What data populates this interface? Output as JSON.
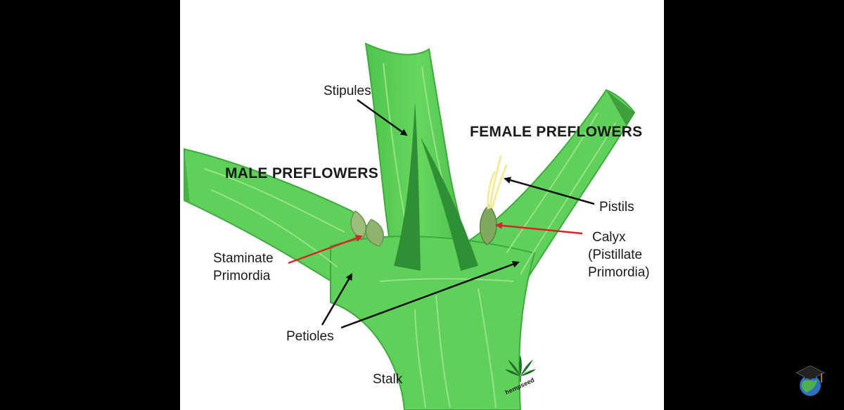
{
  "labels": {
    "stipules": "Stipules",
    "female_preflowers": "FEMALE PREFLOWERS",
    "male_preflowers": "MALE PREFLOWERS",
    "pistils": "Pistils",
    "calyx_line1": "Calyx",
    "calyx_line2": "(Pistillate",
    "calyx_line3": "Primordia)",
    "staminate_line1": "Staminate",
    "staminate_line2": "Primordia",
    "petioles": "Petioles",
    "stalk": "Stalk"
  },
  "logo": {
    "text": "hempseed",
    "icon": "cannabis-leaf-icon"
  },
  "corner_icon": "graduation-cap-globe-icon",
  "colors": {
    "plant_green": "#5fd05a",
    "plant_light": "#9ee58d",
    "plant_dark": "#2f8f35",
    "arrow_black": "#111111",
    "arrow_red": "#d8232a",
    "pistil_yellow": "#f4eb9c"
  }
}
